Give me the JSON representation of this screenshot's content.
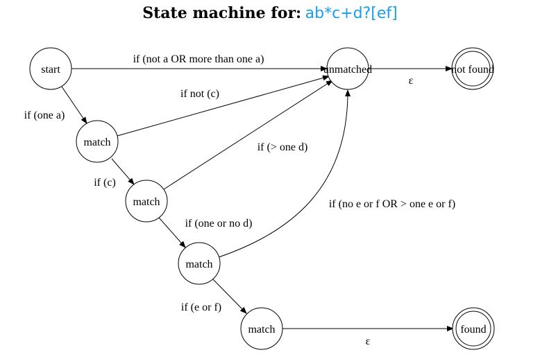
{
  "title": {
    "bold_part": "State machine for:",
    "regex_part": "ab*c+d?[ef]"
  },
  "states": {
    "start": "start",
    "match1": "match",
    "match2": "match",
    "match3": "match",
    "match4": "match",
    "unmatched": "unmatched",
    "not_found": "not found",
    "found": "found"
  },
  "transitions": {
    "start_to_unmatched": "if (not a OR more than one a)",
    "start_to_match1": "if (one a)",
    "match1_to_unmatched": "if not (c)",
    "match1_to_match2": "if (c)",
    "match2_to_unmatched": "if (> one d)",
    "match2_to_match3": "if (one or no d)",
    "match3_to_unmatched": "if (no e or f OR > one e or f)",
    "match3_to_match4": "if (e or f)",
    "unmatched_to_not_found": "ε",
    "match4_to_found": "ε"
  }
}
